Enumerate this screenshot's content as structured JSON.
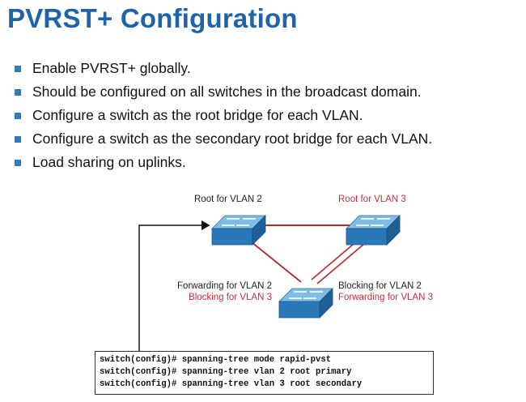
{
  "title": "PVRST+ Configuration",
  "bullets": [
    "Enable PVRST+ globally.",
    "Should be configured on all switches in the broadcast domain.",
    "Configure a switch as the root bridge for each VLAN.",
    "Configure a switch as the secondary root bridge for each VLAN.",
    "Load sharing on uplinks."
  ],
  "colors": {
    "title": "#1f64a8",
    "red_label": "#c0303a",
    "link": "#b52b2b",
    "switch_top": "#7fbde6",
    "switch_side": "#2a78b8"
  },
  "diagram": {
    "switch_left": {
      "label": "Root for VLAN 2"
    },
    "switch_right": {
      "label": "Root for VLAN 3"
    },
    "switch_bottom": {
      "left_label_1": "Forwarding for VLAN 2",
      "left_label_2": "Blocking for VLAN 3",
      "right_label_1": "Blocking for VLAN 2",
      "right_label_2": "Forwarding for VLAN 3"
    }
  },
  "cli": [
    "switch(config)# spanning-tree mode rapid-pvst",
    "switch(config)# spanning-tree vlan 2 root primary",
    "switch(config)# spanning-tree vlan 3 root secondary"
  ]
}
